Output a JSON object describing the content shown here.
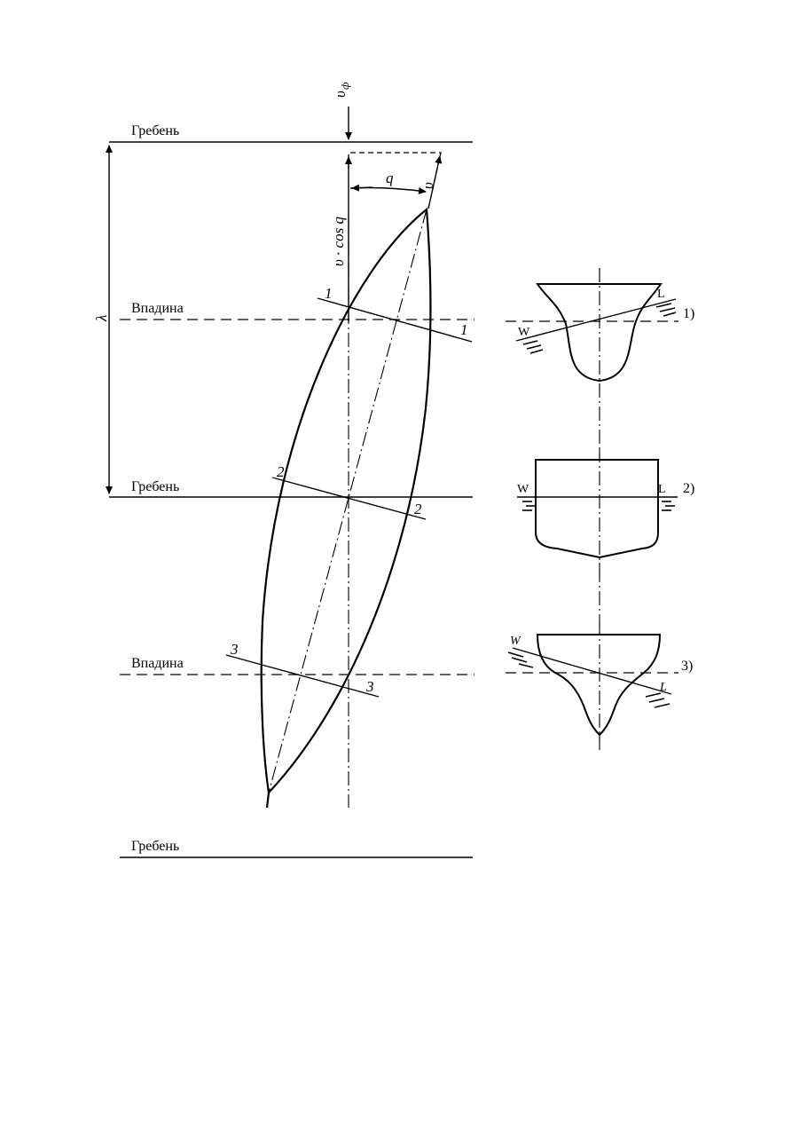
{
  "levels": {
    "crest_1": "Гребень",
    "trough_1": "Впадина",
    "crest_2": "Гребень",
    "trough_2": "Впадина",
    "crest_3": "Гребень"
  },
  "symbols": {
    "wave_speed": "υ",
    "wave_speed_sub": "ф",
    "ship_speed": "υ",
    "angle": "q",
    "component": "υ · cos q",
    "wavelength": "λ"
  },
  "section_marks": {
    "s1": "1",
    "s2": "2",
    "s3": "3"
  },
  "cross_sections": [
    {
      "label": "1)",
      "w": "W",
      "l": "L"
    },
    {
      "label": "2)",
      "w": "W",
      "l": "L"
    },
    {
      "label": "3)",
      "w": "W",
      "l": "L"
    }
  ]
}
